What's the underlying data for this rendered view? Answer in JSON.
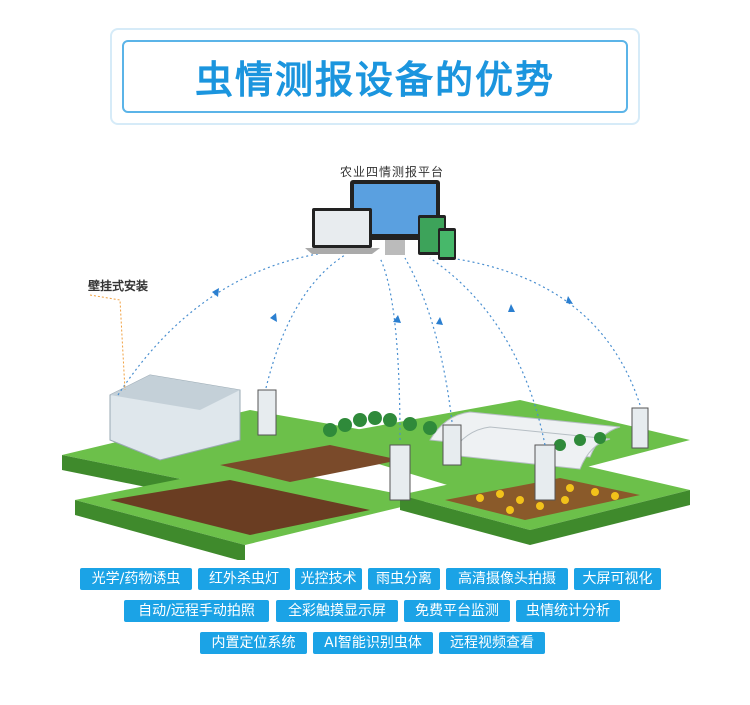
{
  "title": "虫情测报设备的优势",
  "platform_label": "农业四情测报平台",
  "wall_mount_label": "壁挂式安装",
  "colors": {
    "accent": "#1b95de",
    "tag_bg": "#1ba3e6",
    "grass": "#6cc04a"
  },
  "features": [
    [
      "光学/药物诱虫",
      "红外杀虫灯",
      "光控技术",
      "雨虫分离",
      "高清摄像头拍摄",
      "大屏可视化"
    ],
    [
      "自动/远程手动拍照",
      "全彩触摸显示屏",
      "免费平台监测",
      "虫情统计分析"
    ],
    [
      "内置定位系统",
      "AI智能识别虫体",
      "远程视频查看"
    ]
  ]
}
